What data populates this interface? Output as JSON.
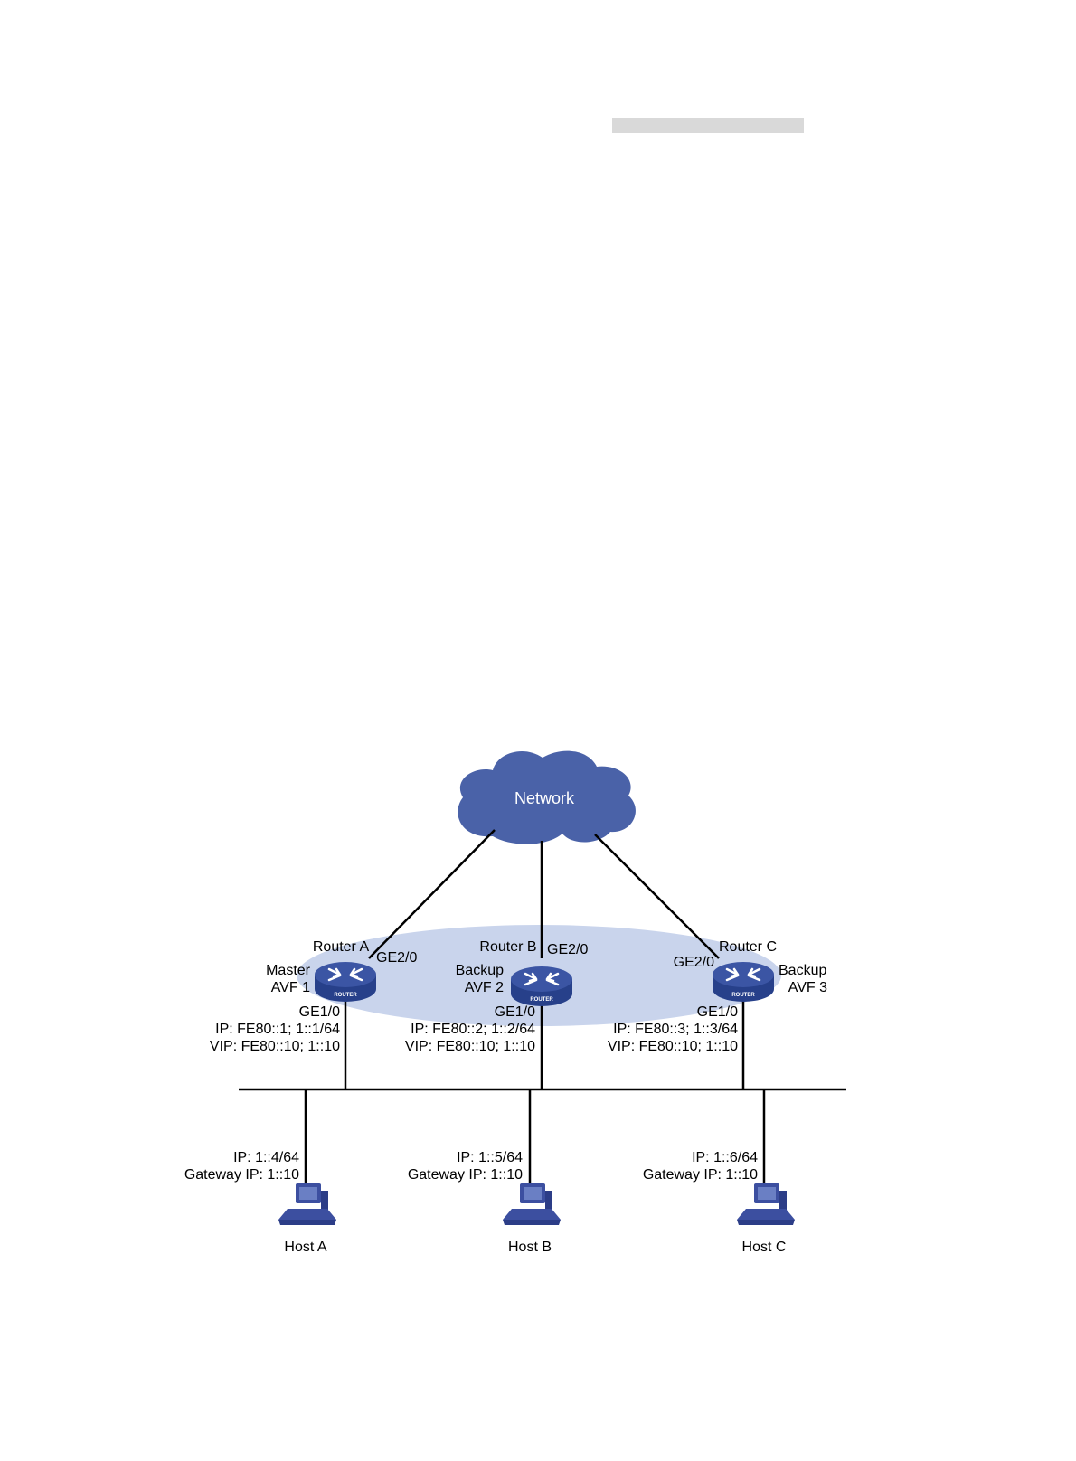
{
  "cloud": {
    "label": "Network"
  },
  "routers": [
    {
      "name": "Router A",
      "role": "Master",
      "avf": "AVF 1",
      "uplink": "GE2/0",
      "downlink": "GE1/0",
      "ip": "IP: FE80::1; 1::1/64",
      "vip": "VIP: FE80::10; 1::10",
      "badge": "ROUTER"
    },
    {
      "name": "Router B",
      "role": "Backup",
      "avf": "AVF 2",
      "uplink": "GE2/0",
      "downlink": "GE1/0",
      "ip": "IP: FE80::2; 1::2/64",
      "vip": "VIP: FE80::10; 1::10",
      "badge": "ROUTER"
    },
    {
      "name": "Router C",
      "role": "Backup",
      "avf": "AVF 3",
      "uplink": "GE2/0",
      "downlink": "GE1/0",
      "ip": "IP: FE80::3; 1::3/64",
      "vip": "VIP: FE80::10; 1::10",
      "badge": "ROUTER"
    }
  ],
  "hosts": [
    {
      "name": "Host A",
      "ip": "IP: 1::4/64",
      "gateway": "Gateway IP: 1::10"
    },
    {
      "name": "Host B",
      "ip": "IP: 1::5/64",
      "gateway": "Gateway IP: 1::10"
    },
    {
      "name": "Host C",
      "ip": "IP: 1::6/64",
      "gateway": "Gateway IP: 1::10"
    }
  ],
  "colors": {
    "cloud": "#4a62a8",
    "vrrp_group": "#c9d4ec",
    "router_top": "#3b55a4",
    "router_side": "#27408a",
    "host": "#3c4fa0",
    "line": "#000000",
    "top_bar": "#d9d9d9"
  }
}
